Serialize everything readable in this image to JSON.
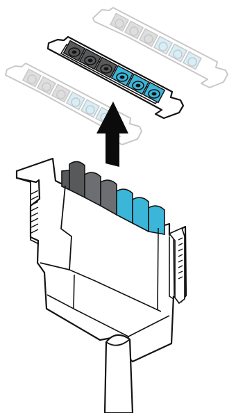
{
  "colors": {
    "background": "#ffffff",
    "outline": "#141414",
    "ghost_outline": "#c8c8c8",
    "dark_slot": "#58595b",
    "mid_slot": "#6d6e71",
    "blue_slot": "#3bb5d8",
    "ghost_gray_fill": "#dedede",
    "ghost_blue_fill": "#d6eef7",
    "arrow": "#0b0b0b"
  },
  "diagram": {
    "ghost_strip_count": 2,
    "active_strip_count": 1,
    "arrow_direction": "up",
    "slots_per_strip": 6,
    "slot_pattern": [
      "dark-gray",
      "dark-gray",
      "dark-gray",
      "blue",
      "blue",
      "blue"
    ],
    "plug_pins": [
      "dark-gray",
      "dark-gray",
      "dark-gray",
      "blue",
      "blue",
      "blue"
    ]
  }
}
